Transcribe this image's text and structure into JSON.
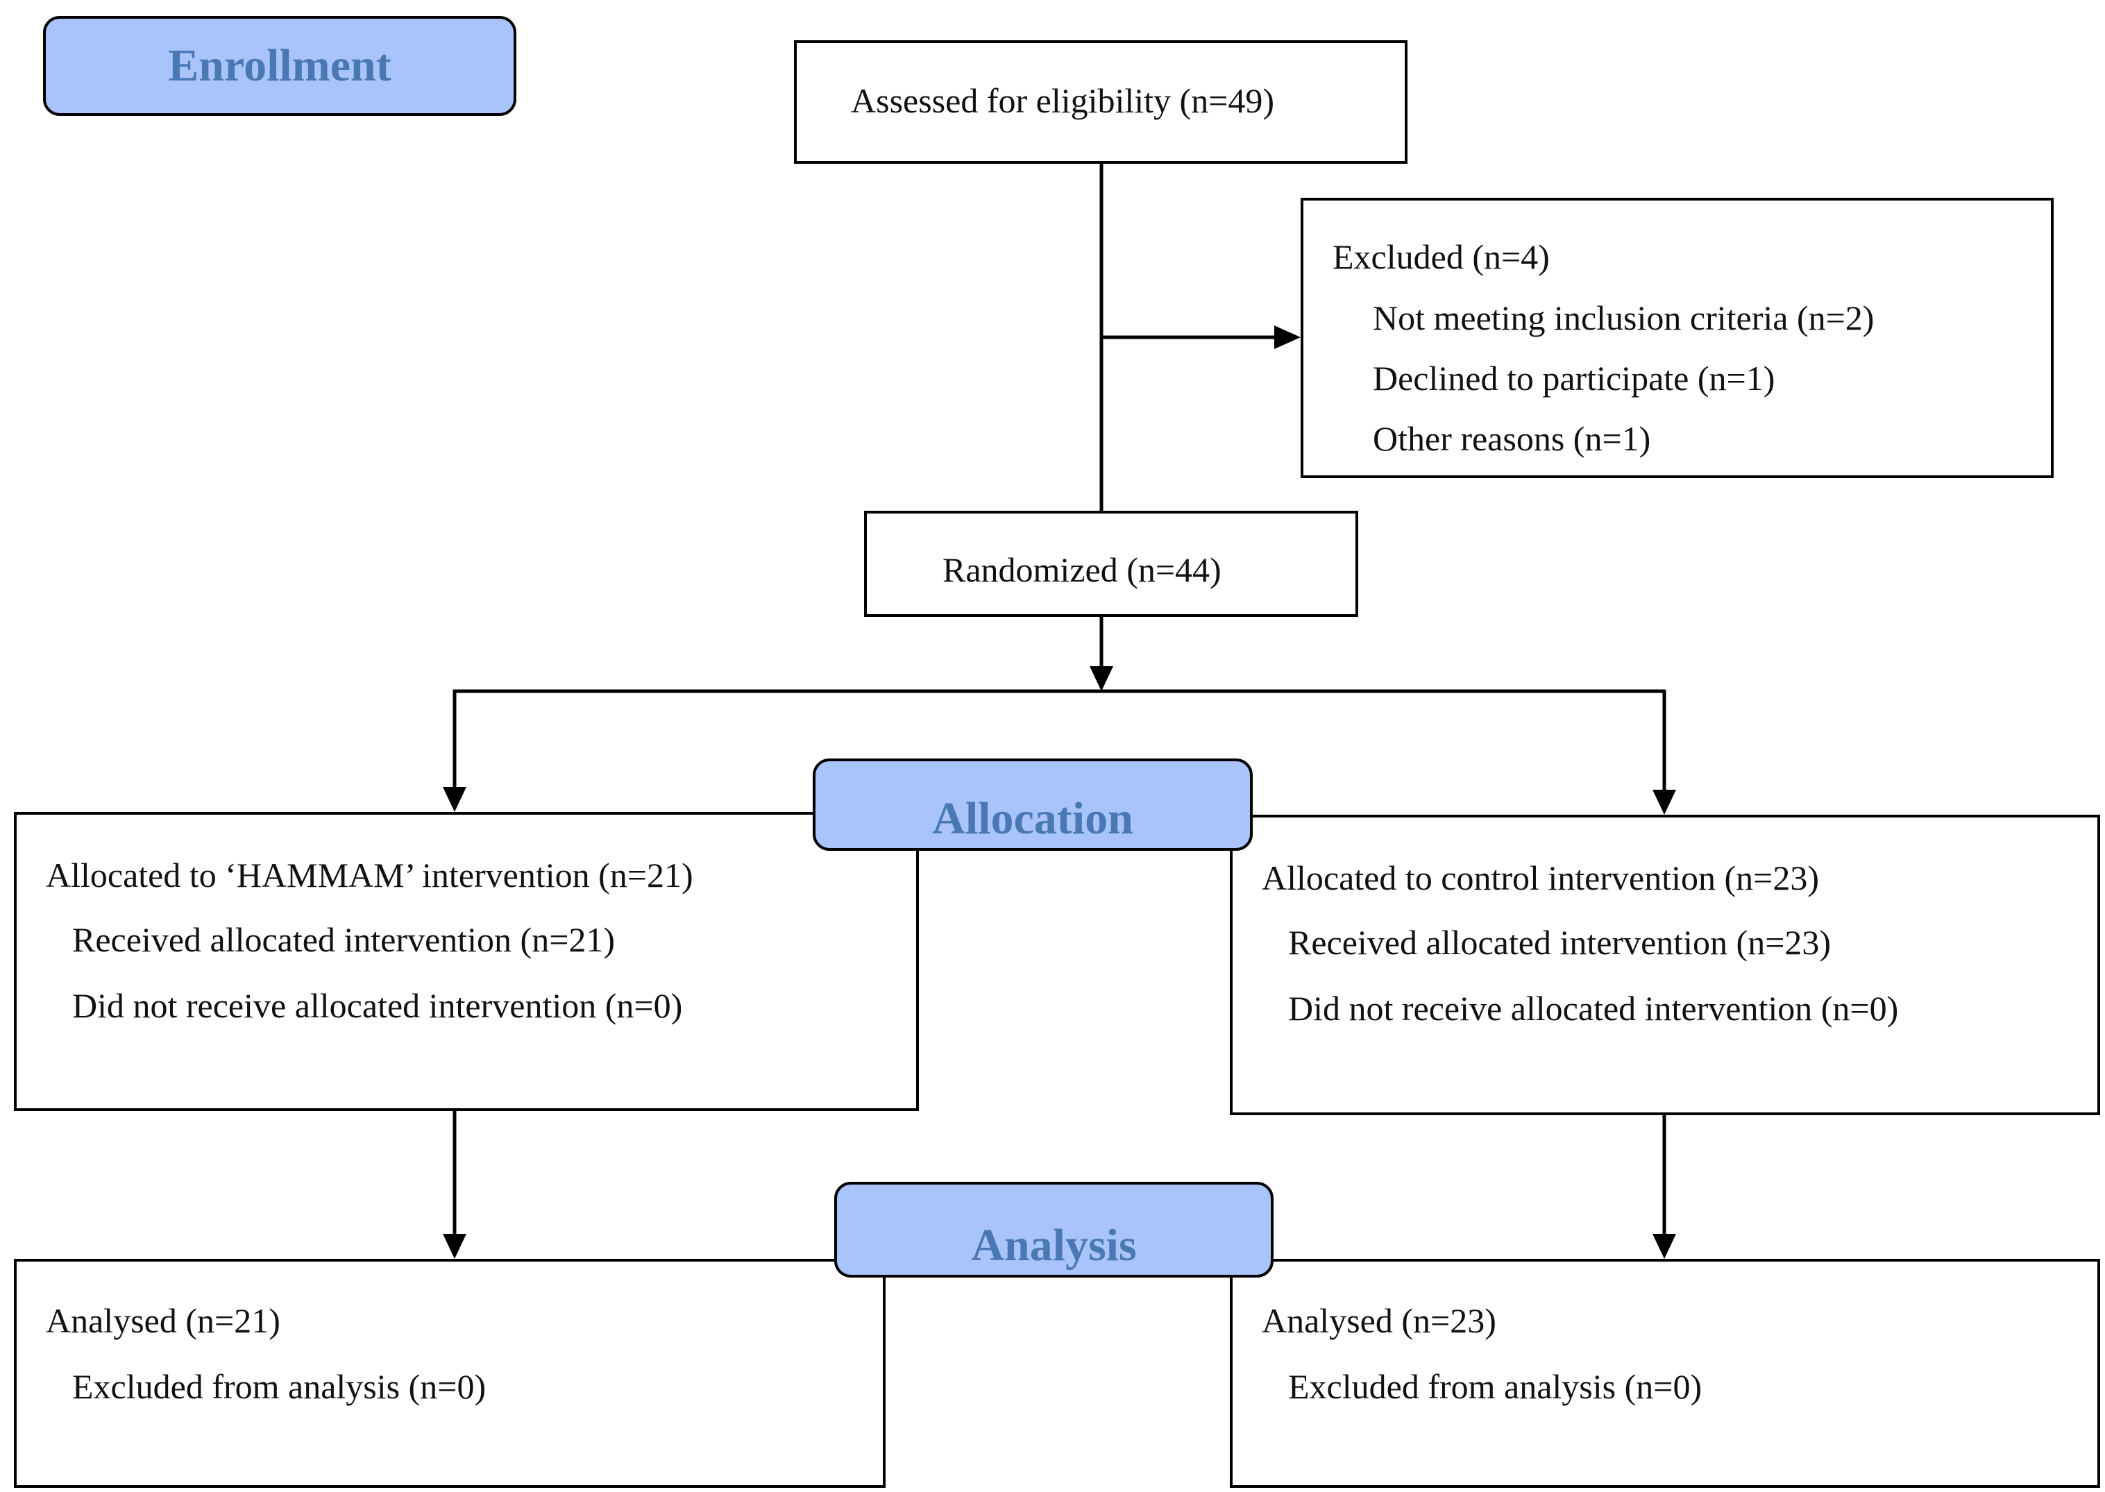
{
  "colors": {
    "stage_fill": "#a9c4fb",
    "stage_text": "#4a78b4",
    "line": "#000000"
  },
  "stages": {
    "enrollment": "Enrollment",
    "allocation": "Allocation",
    "analysis": "Analysis"
  },
  "assessed": {
    "label": "Assessed for eligibility (n=49)"
  },
  "excluded": {
    "title": "Excluded  (n=4)",
    "items": [
      "Not meeting inclusion criteria (n=2)",
      "Declined to participate (n=1)",
      "Other reasons (n=1)"
    ]
  },
  "randomized": {
    "label": "Randomized (n=44)"
  },
  "hammam_arm": {
    "title": "Allocated to ‘HAMMAM’ intervention (n=21)",
    "received": "Received allocated intervention (n=21)",
    "not_received": "Did not receive allocated intervention (n=0)"
  },
  "control_arm": {
    "title": "Allocated to control intervention (n=23)",
    "received": "Received allocated intervention (n=23)",
    "not_received": "Did not receive allocated intervention (n=0)"
  },
  "hammam_analysis": {
    "title": "Analysed  (n=21)",
    "excluded": "Excluded from analysis (n=0)"
  },
  "control_analysis": {
    "title": "Analysed  (n=23)",
    "excluded": "Excluded from analysis (n=0)"
  }
}
